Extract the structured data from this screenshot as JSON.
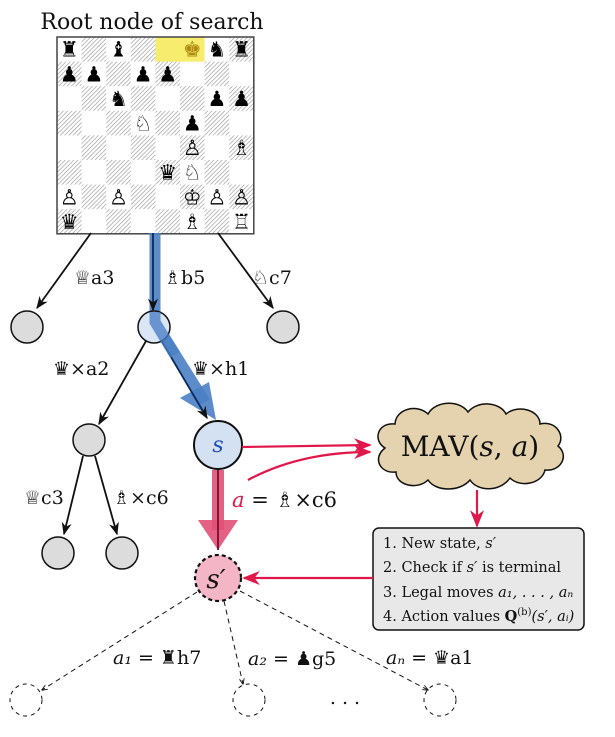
{
  "title": "Root node of search",
  "colors": {
    "highlight_path_blue": "#4a7fc4",
    "highlight_path_dark": "#0b2a5a",
    "node_s_fill": "#d3e1f3",
    "node_s_label": "#1d4fb0",
    "node_s_prime_fill": "#f4b6c6",
    "action_pink": "#e25077",
    "action_dark": "#7a0f2e",
    "red_arrow": "#e0174a",
    "node_gray": "#dcdcdc",
    "cloud_fill": "#e4d3ae",
    "box_fill": "#e8e8e8",
    "square_highlight": "#f7ec6e",
    "hatch": "#9a9a9a"
  },
  "board": {
    "highlighted_squares": [
      "e8",
      "f8"
    ],
    "pieces": [
      {
        "square": "a8",
        "glyph": "♜",
        "name": "black-rook"
      },
      {
        "square": "c8",
        "glyph": "♝",
        "name": "black-bishop"
      },
      {
        "square": "f8",
        "glyph": "♚",
        "name": "black-king"
      },
      {
        "square": "g8",
        "glyph": "♞",
        "name": "black-knight"
      },
      {
        "square": "h8",
        "glyph": "♜",
        "name": "black-rook"
      },
      {
        "square": "a7",
        "glyph": "♟",
        "name": "black-pawn"
      },
      {
        "square": "b7",
        "glyph": "♟",
        "name": "black-pawn"
      },
      {
        "square": "d7",
        "glyph": "♟",
        "name": "black-pawn"
      },
      {
        "square": "e7",
        "glyph": "♟",
        "name": "black-pawn"
      },
      {
        "square": "c6",
        "glyph": "♞",
        "name": "black-knight"
      },
      {
        "square": "g6",
        "glyph": "♟",
        "name": "black-pawn"
      },
      {
        "square": "h6",
        "glyph": "♟",
        "name": "black-pawn"
      },
      {
        "square": "d5",
        "glyph": "♘",
        "name": "white-knight"
      },
      {
        "square": "f5",
        "glyph": "♟",
        "name": "black-pawn"
      },
      {
        "square": "f4",
        "glyph": "♙",
        "name": "white-pawn"
      },
      {
        "square": "h4",
        "glyph": "♗",
        "name": "white-bishop"
      },
      {
        "square": "e3",
        "glyph": "♛",
        "name": "black-queen"
      },
      {
        "square": "f3",
        "glyph": "♘",
        "name": "white-knight"
      },
      {
        "square": "a2",
        "glyph": "♙",
        "name": "white-pawn"
      },
      {
        "square": "c2",
        "glyph": "♙",
        "name": "white-pawn"
      },
      {
        "square": "f2",
        "glyph": "♔",
        "name": "white-king"
      },
      {
        "square": "g2",
        "glyph": "♙",
        "name": "white-pawn"
      },
      {
        "square": "h2",
        "glyph": "♙",
        "name": "white-pawn"
      },
      {
        "square": "a1",
        "glyph": "♛",
        "name": "black-queen"
      },
      {
        "square": "f1",
        "glyph": "♗",
        "name": "white-bishop"
      },
      {
        "square": "h1",
        "glyph": "♖",
        "name": "white-rook"
      }
    ]
  },
  "moves": {
    "root_left": {
      "piece": "♕",
      "text": "a3"
    },
    "root_mid": {
      "piece": "♗",
      "text": "b5"
    },
    "root_right": {
      "piece": "♘",
      "text": "c7"
    },
    "mid_left": {
      "piece": "♛",
      "text": "×a2"
    },
    "mid_right": {
      "piece": "♛",
      "text": "×h1"
    },
    "leaf_left": {
      "piece": "♕",
      "text": "c3"
    },
    "leaf_right": {
      "piece": "♗",
      "text": "×c6"
    }
  },
  "nodes": {
    "s_label": "s",
    "s_prime_label": "s′"
  },
  "action": {
    "var": "a",
    "eq": " = ",
    "piece": "♗",
    "text": "×c6"
  },
  "cloud": {
    "label_prefix": "MAV(",
    "label_s": "s",
    "label_comma": ", ",
    "label_a": "a",
    "label_suffix": ")"
  },
  "output_box": {
    "items": [
      {
        "num": "1.",
        "text": "New state, ",
        "math": "s′",
        "tail": ""
      },
      {
        "num": "2.",
        "text": "Check if ",
        "math": "s′",
        "tail": " is terminal"
      },
      {
        "num": "3.",
        "text": "Legal moves ",
        "math": "a₁, . . . , aₙ",
        "tail": ""
      },
      {
        "num": "4.",
        "text": "Action values ",
        "bold": "Q",
        "sup": "(b)",
        "math": "(s′, aᵢ)",
        "tail": ""
      }
    ]
  },
  "children": {
    "a1": {
      "var": "a₁",
      "eq": " = ",
      "piece": "♜",
      "text": "h7"
    },
    "a2": {
      "var": "a₂",
      "eq": " = ",
      "piece": "♟",
      "text": "g5"
    },
    "an": {
      "var": "aₙ",
      "eq": " = ",
      "piece": "♛",
      "text": "a1"
    },
    "ellipsis": ". . ."
  }
}
